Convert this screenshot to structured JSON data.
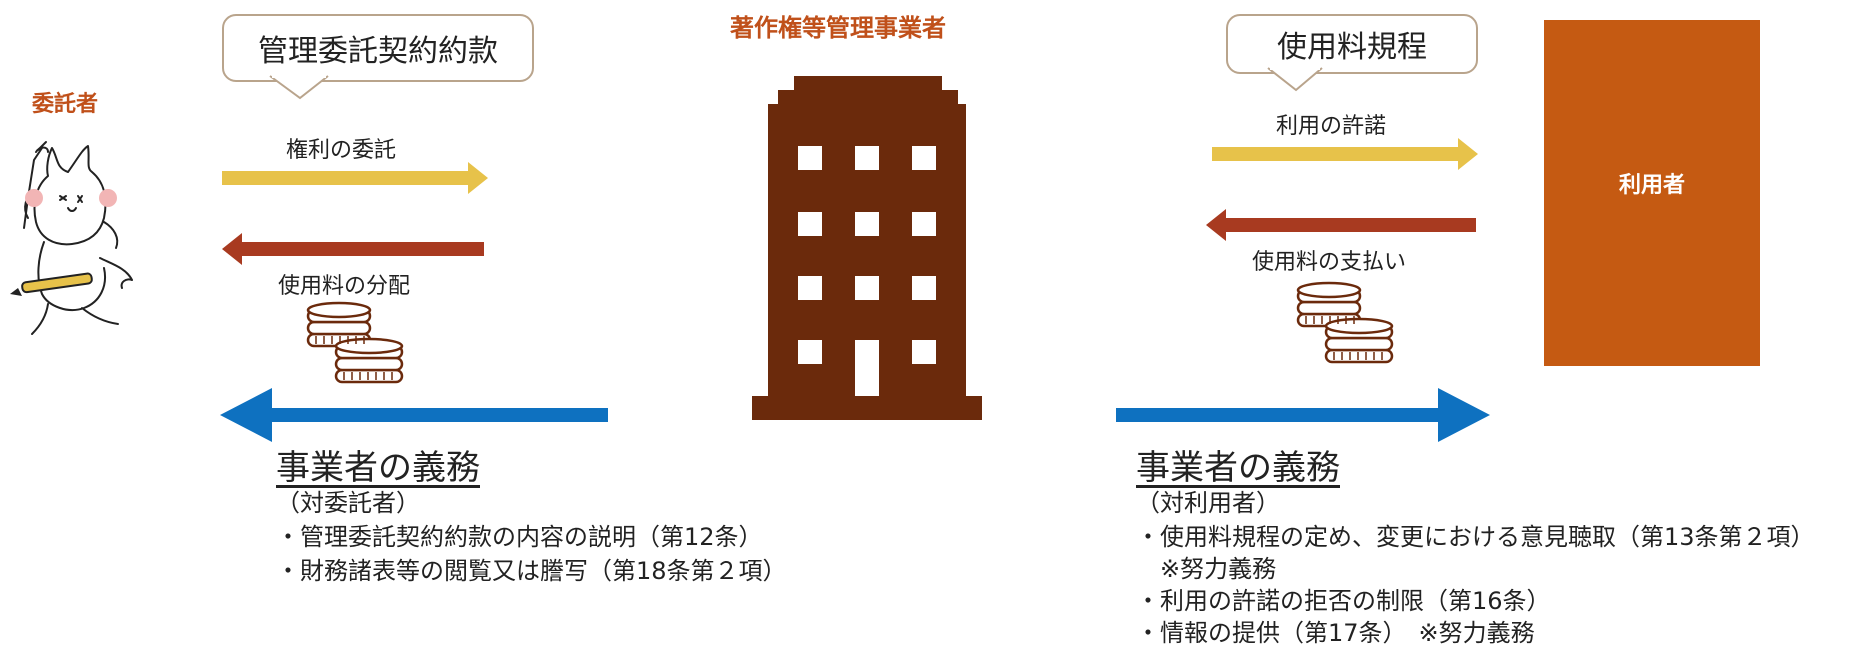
{
  "colors": {
    "yellow_arrow": "#E7C24A",
    "red_arrow": "#A83A20",
    "blue_arrow": "#0E71C0",
    "building": "#6B2A0C",
    "user_box": "#C55A12",
    "title_text": "#C0501A",
    "bubble_border": "#B9A48C"
  },
  "operator": {
    "title": "著作権等管理事業者"
  },
  "consignor": {
    "label": "委託者"
  },
  "user": {
    "label": "利用者"
  },
  "left": {
    "bubble": "管理委託契約約款",
    "arrow_right_label": "権利の委託",
    "arrow_left_label": "使用料の分配",
    "heading": "事業者の義務",
    "subheading": "（対委託者）",
    "items": [
      "・管理委託契約約款の内容の説明（第12条）",
      "・財務諸表等の閲覧又は謄写（第18条第２項）"
    ]
  },
  "right": {
    "bubble": "使用料規程",
    "arrow_right_label": "利用の許諾",
    "arrow_left_label": "使用料の支払い",
    "heading": "事業者の義務",
    "subheading": "（対利用者）",
    "items": [
      "・使用料規程の定め、変更における意見聴取（第13条第２項）",
      "　※努力義務",
      "・利用の許諾の拒否の制限（第16条）",
      "・情報の提供（第17条）　※努力義務"
    ]
  },
  "icons": {
    "building": "office-building-icon",
    "coins": "coin-stack-icon",
    "character": "rabbit-artist-icon"
  }
}
